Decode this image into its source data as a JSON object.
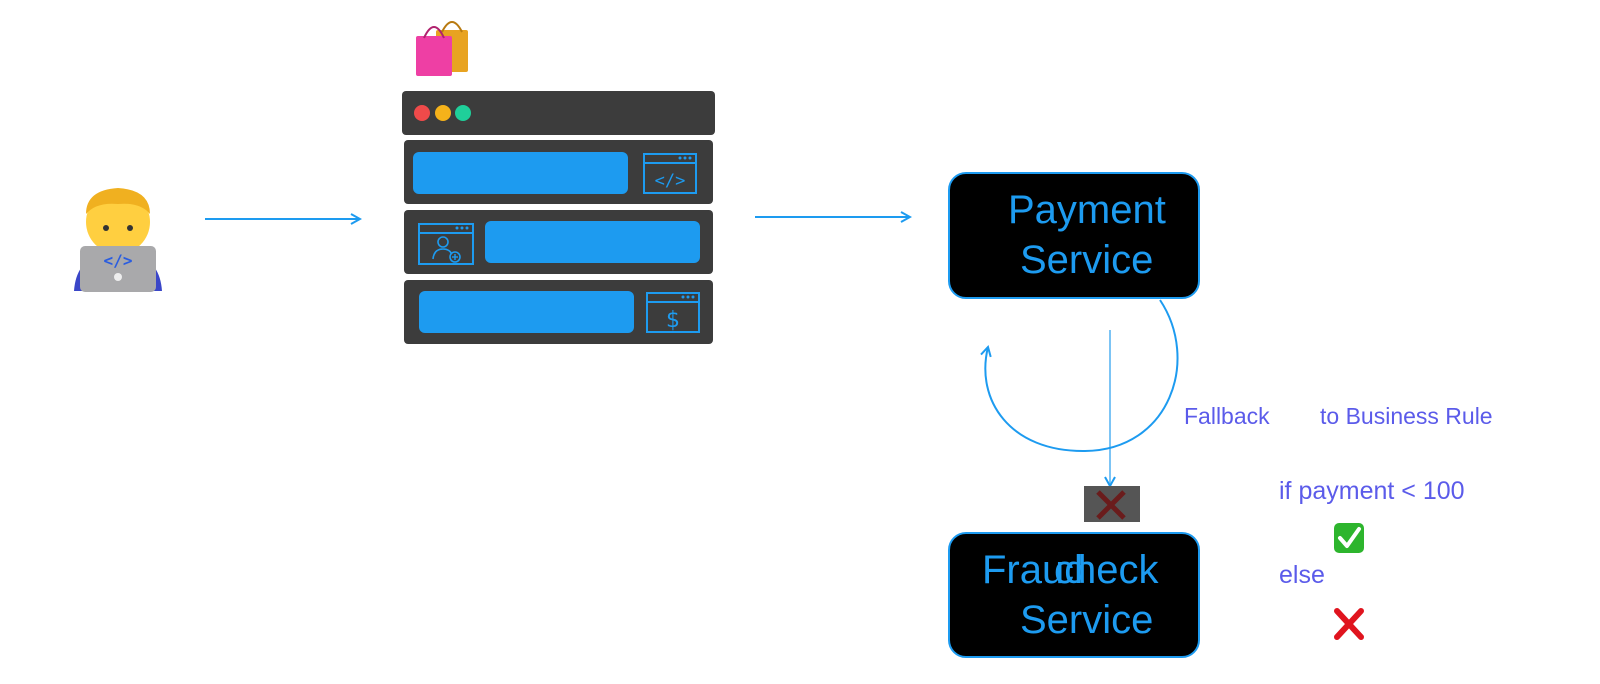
{
  "nodes": {
    "payment_service": {
      "line1": "Payment",
      "line2": "Service"
    },
    "fraud_service": {
      "line1": "Fraud",
      "line1b": "check",
      "line2": "Service"
    }
  },
  "labels": {
    "fallback": "Fallback",
    "to_business_rule": "to Business Rule",
    "if_rule": "if payment < 100",
    "else_rule": "else"
  },
  "icons": {
    "developer": "developer-icon",
    "shopping_bags": "shopping-bags-icon",
    "webapp": "web-app-icon",
    "code": "code-window-icon",
    "user": "user-window-icon",
    "payment": "dollar-window-icon",
    "blocked": "blocked-cross-icon",
    "approved": "check-mark-icon",
    "rejected": "cross-mark-icon"
  },
  "colors": {
    "accent": "#1d9bf0",
    "label": "#5b5bea",
    "node_bg": "#000000",
    "panel": "#3c3c3c",
    "check": "#2db52d",
    "cross": "#e0141e"
  }
}
